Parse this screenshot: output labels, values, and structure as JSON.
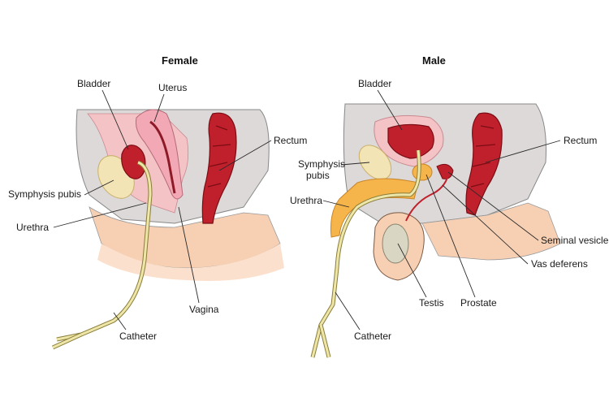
{
  "female": {
    "title": "Female",
    "labels": {
      "bladder": "Bladder",
      "uterus": "Uterus",
      "rectum": "Rectum",
      "symphysis_pubis": "Symphysis pubis",
      "urethra": "Urethra",
      "vagina": "Vagina",
      "catheter": "Catheter"
    }
  },
  "male": {
    "title": "Male",
    "labels": {
      "bladder": "Bladder",
      "rectum": "Rectum",
      "symphysis_pubis_line1": "Symphysis",
      "symphysis_pubis_line2": "pubis",
      "urethra": "Urethra",
      "seminal_vesicle": "Seminal vesicle",
      "vas_deferens": "Vas deferens",
      "testis": "Testis",
      "prostate": "Prostate",
      "catheter": "Catheter"
    }
  },
  "colors": {
    "tissue": "#d9d6d6",
    "skin": "#f5c9a8",
    "pink": "#f2b7bf",
    "organ_red": "#c0202c",
    "dark_red": "#7a0d14",
    "bone": "#f2e2b0",
    "catheter": "#e8e0a0",
    "prostate": "#f5b54a"
  }
}
